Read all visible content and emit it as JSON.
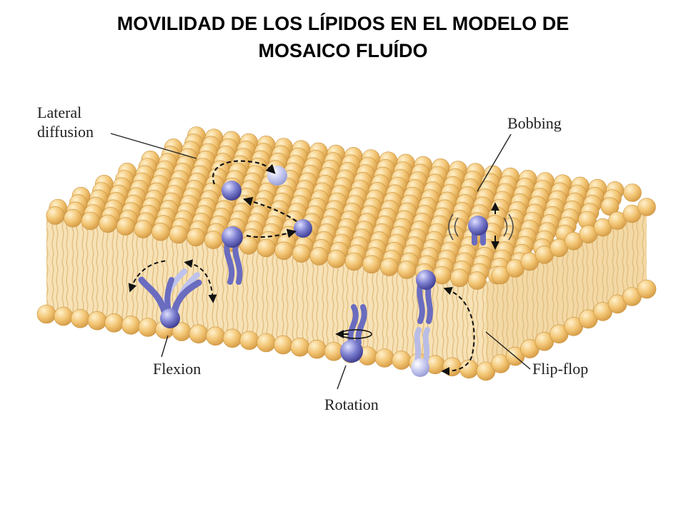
{
  "title": {
    "line1": "MOVILIDAD DE LOS LÍPIDOS EN EL MODELO DE",
    "line2": "MOSAICO FLUÍDO"
  },
  "labels": {
    "lateral_1": "Lateral",
    "lateral_2": "diffusion",
    "bobbing": "Bobbing",
    "flexion": "Flexion",
    "rotation": "Rotation",
    "flipflop": "Flip-flop"
  },
  "colors": {
    "head": "#f0c070",
    "head_stroke": "#c99440",
    "tail": "#f4d9a4",
    "lipid": "#7d7fc8",
    "lipid_dark": "#3f3f95",
    "lipid_light": "#b9bde6"
  }
}
